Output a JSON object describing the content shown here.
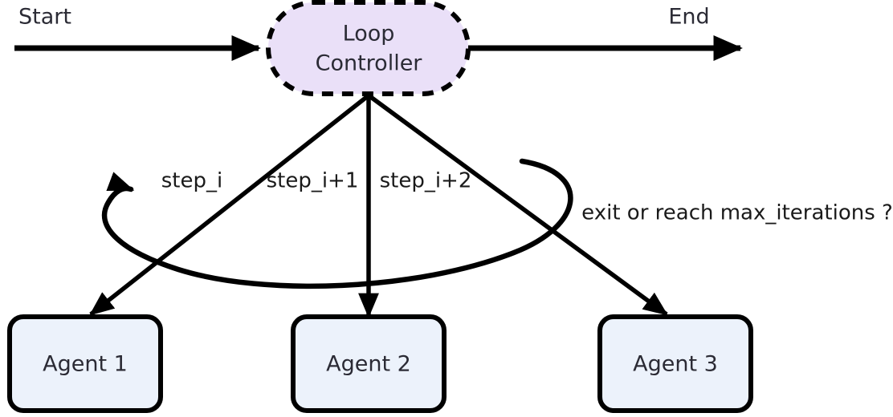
{
  "diagram": {
    "title": "Loop Controller agent orchestration flow",
    "background_color": "#ffffff"
  },
  "endpoints": {
    "start_label": "Start",
    "end_label": "End"
  },
  "controller": {
    "label_line1": "Loop",
    "label_line2": "Controller",
    "fill_color": "#EAE0F8",
    "border_color": "#000000",
    "border_style": "dashed",
    "shape": "stadium"
  },
  "agents": [
    {
      "label": "Agent 1",
      "fill_color": "#ECF2FB",
      "border_color": "#000000"
    },
    {
      "label": "Agent 2",
      "fill_color": "#ECF2FB",
      "border_color": "#000000"
    },
    {
      "label": "Agent 3",
      "fill_color": "#ECF2FB",
      "border_color": "#000000"
    }
  ],
  "edge_labels": {
    "step_i": "step_i",
    "step_i_plus_1": "step_i+1",
    "step_i_plus_2": "step_i+2",
    "feedback": "exit or reach max_iterations ?"
  },
  "colors": {
    "stroke": "#000000",
    "text": "#2b2b35",
    "controller_fill": "#EAE0F8",
    "agent_fill": "#ECF2FB"
  }
}
